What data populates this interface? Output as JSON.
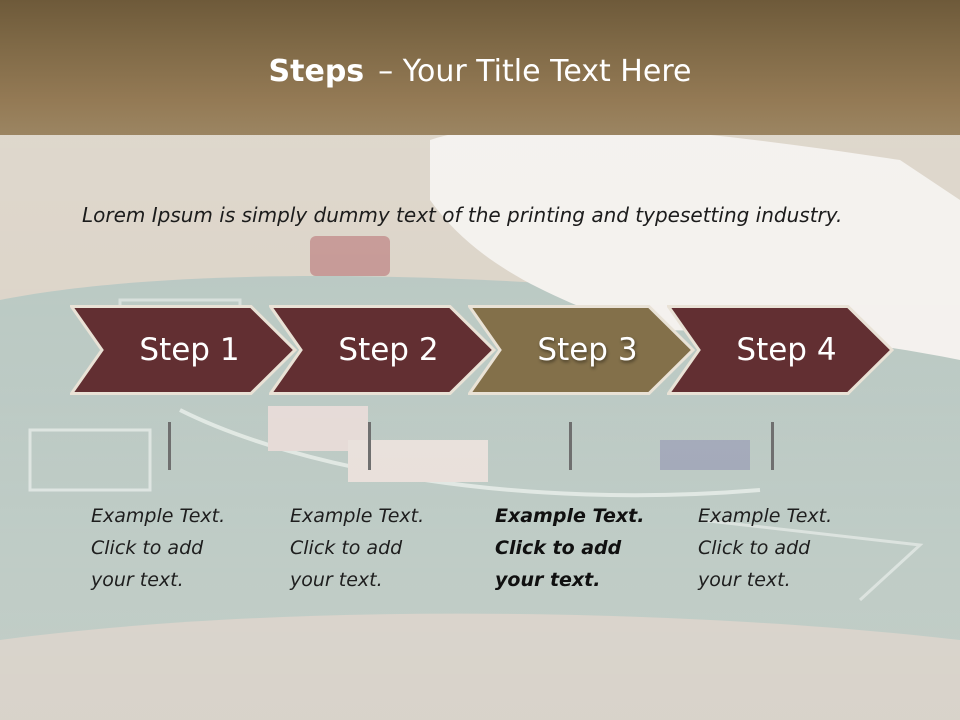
{
  "slide": {
    "title_bold": "Steps",
    "title_rest": "– Your Title Text Here",
    "intro": "Lorem Ipsum is simply dummy text of the printing and typesetting industry.",
    "colors": {
      "step_fill": "#622f32",
      "step_active_fill": "#83704a",
      "step_border": "#e9e2d6",
      "title_band": "#806a47"
    },
    "steps": [
      {
        "label": "Step 1",
        "lines": [
          "Example Text.",
          "Click  to add",
          "your text."
        ],
        "active": false
      },
      {
        "label": "Step 2",
        "lines": [
          "Example Text.",
          "Click  to add",
          "your text."
        ],
        "active": false
      },
      {
        "label": "Step 3",
        "lines": [
          "Example Text.",
          "Click  to add",
          "your text."
        ],
        "active": true
      },
      {
        "label": "Step 4",
        "lines": [
          "Example Text.",
          "Click  to add",
          "your text."
        ],
        "active": false
      }
    ]
  }
}
